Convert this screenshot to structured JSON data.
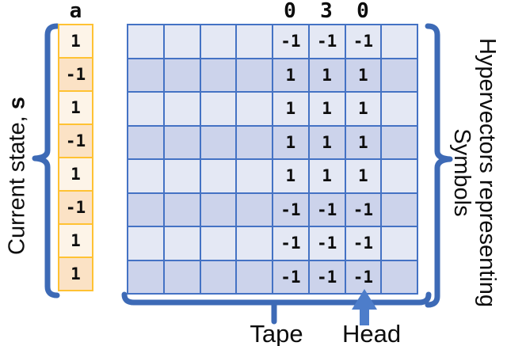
{
  "figure_caption_elements": {
    "left_label": {
      "text": "Current state, ",
      "bold_suffix": "s"
    },
    "right_label": {
      "line1": "Hypervectors representing",
      "line2": "Symbols"
    },
    "tape_label": "Tape",
    "head_label": "Head"
  },
  "state_vector": {
    "header": "a",
    "values": [
      "1",
      "-1",
      "1",
      "-1",
      "1",
      "-1",
      "1",
      "1"
    ]
  },
  "matrix": {
    "top_labels": [
      "0",
      "3",
      "0"
    ],
    "rows": [
      [
        "",
        "",
        "",
        "",
        "-1",
        "-1",
        "-1",
        ""
      ],
      [
        "",
        "",
        "",
        "",
        "1",
        "1",
        "1",
        ""
      ],
      [
        "",
        "",
        "",
        "",
        "1",
        "1",
        "1",
        ""
      ],
      [
        "",
        "",
        "",
        "",
        "1",
        "1",
        "1",
        ""
      ],
      [
        "",
        "",
        "",
        "",
        "1",
        "1",
        "1",
        ""
      ],
      [
        "",
        "",
        "",
        "",
        "-1",
        "-1",
        "-1",
        ""
      ],
      [
        "",
        "",
        "",
        "",
        "-1",
        "-1",
        "-1",
        ""
      ],
      [
        "",
        "",
        "",
        "",
        "-1",
        "-1",
        "-1",
        ""
      ]
    ]
  },
  "icons": {
    "head_arrow": "up-arrow-icon",
    "left_brace": "curly-brace-left",
    "right_brace": "curly-brace-right",
    "tape_brace": "curly-brace-bottom"
  },
  "colors": {
    "brace_blue": "#3d6ab6",
    "arrow_blue": "#4d7dca",
    "grid_border": "#4472c4",
    "matrix_row_light": "#e4e8f4",
    "matrix_row_dark": "#ccd3eb",
    "state_border": "#ffc233",
    "state_row_light": "#fdf4e8",
    "state_row_dark": "#fbe2c5",
    "text": "#0d0d0d"
  }
}
